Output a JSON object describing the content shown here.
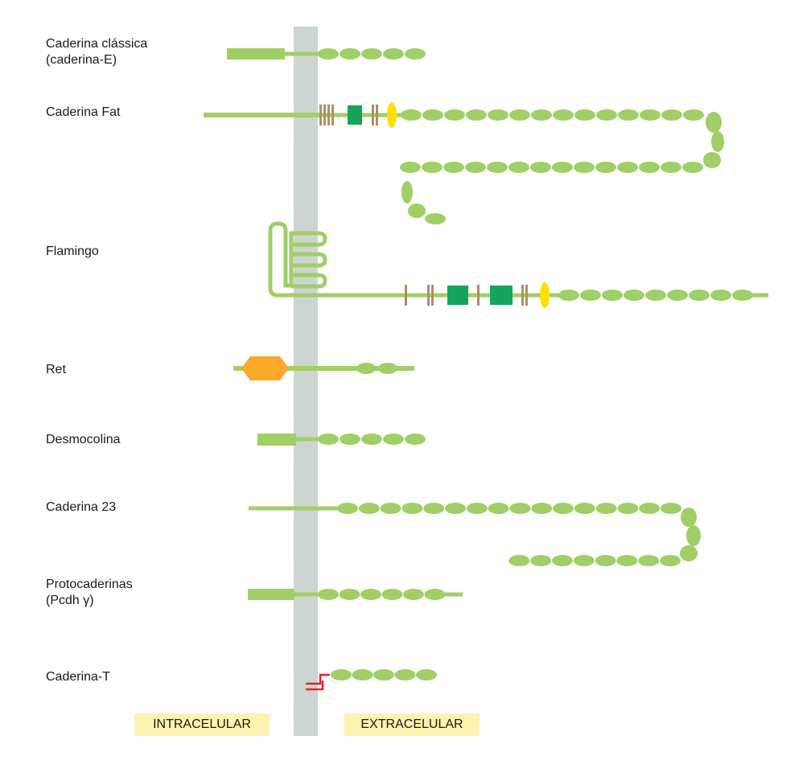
{
  "proteins": [
    {
      "id": "classic",
      "lines": [
        "Caderina clássica",
        "(caderina-E)"
      ]
    },
    {
      "id": "fat",
      "lines": [
        "Caderina Fat"
      ]
    },
    {
      "id": "flamingo",
      "lines": [
        "Flamingo"
      ]
    },
    {
      "id": "ret",
      "lines": [
        "Ret"
      ]
    },
    {
      "id": "desmocolina",
      "lines": [
        "Desmocolina"
      ]
    },
    {
      "id": "cad23",
      "lines": [
        "Caderina 23"
      ]
    },
    {
      "id": "protocad",
      "lines": [
        "Protocaderinas",
        "(Pcdh γ)"
      ]
    },
    {
      "id": "cadt",
      "lines": [
        "Caderina-T"
      ]
    }
  ],
  "zones": {
    "intracellular": "INTRACELULAR",
    "extracellular": "EXTRACELULAR"
  },
  "colors": {
    "membrane": "#cdd5d0",
    "cadherin_domain": "#9fcf66",
    "laminin_egf": "#b08f5e",
    "lamG": "#15a45a",
    "yellow_domain": "#ffe000",
    "kinase": "#f9a928",
    "gpi_anchor": "#e0262b",
    "zone_bg": "#fdf2b0"
  }
}
